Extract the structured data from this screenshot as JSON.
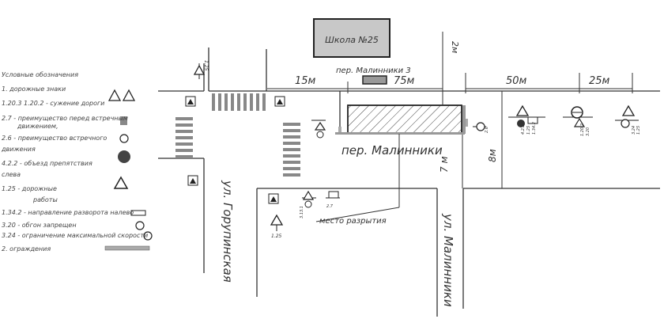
{
  "school": "Школа №25",
  "address_label": "пер. Малинники 3",
  "street_main_label": "пер. Малинники",
  "street_gorupinskaya": "ул. Горупинская",
  "street_malinniki": "ул. Малинники",
  "dig_site_label": "место разрытия",
  "dimensions": {
    "d15": "15м",
    "d75": "75м",
    "d50": "50м",
    "d25": "25м",
    "d2": "2м",
    "d7": "7 м",
    "d8": "8м"
  },
  "sign_codes": {
    "s125a": "1.25",
    "s125b": "1.25",
    "s26": "2.6",
    "s27": "2.7",
    "s3131": "3.13.1",
    "g1": [
      "4.2.2",
      "1.25",
      "1.34.2"
    ],
    "g2": [
      "1.20.2",
      "3.20"
    ],
    "g3": [
      "3.24",
      "1.25"
    ]
  },
  "legend": {
    "title": "Условные обозначения",
    "items": [
      "1. дорожные знаки",
      "1.20.3 1.20.2 - сужение дороги",
      "2.7 - преимущество перед встречным",
      "движением,",
      "2.6 - преимущество встречного",
      "движения",
      "4.2.2 - объезд препятствия",
      "слева",
      "1.25 - дорожные",
      "работы",
      "1.34.2 - направление разворота налево",
      "3.20 - обгон запрещен",
      "3.24 - ограничение максимальной скорости",
      "2. ограждения"
    ]
  }
}
